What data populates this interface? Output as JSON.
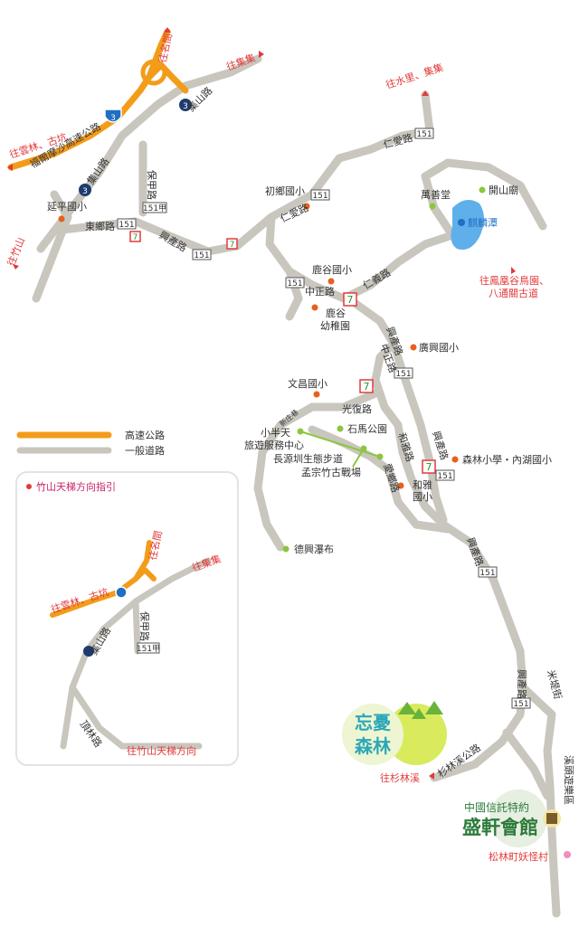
{
  "colors": {
    "highway": "#f39c1a",
    "road": "#c9c6be",
    "arrow": "#e23a3a",
    "poi": "#e8601c",
    "green": "#8cc63f",
    "lake": "#1f6fc2",
    "seven": "#e23a3a"
  },
  "labels": {
    "to_mingjian_top": "往名間",
    "to_jiji_top": "往集集",
    "to_yunlin": "往雲林、古坑",
    "freeway": "福爾摩沙高速公路",
    "jishan_rd": "集山路",
    "hwy3": "3",
    "baojia_rd": "保甲路",
    "r151jia": "151甲",
    "yanping_school": "延平國小",
    "dongxiang_rd": "東鄉路",
    "r151": "151",
    "xingxian_rd": "興產路",
    "to_zhushan": "往竹山",
    "to_shuili": "往水里、集集",
    "renai_rd": "仁愛路",
    "chuxiang_school": "初鄉國小",
    "renai_rd2": "仁愛路",
    "wanshan_tang": "萬善堂",
    "kaishan_temple": "開山廟",
    "qilin_lake": "麒麟潭",
    "to_fenghuang": "往鳳凰谷鳥園、",
    "to_batong": "八通關古道",
    "lugu_school": "鹿谷國小",
    "zhongzheng_rd": "中正路",
    "renyi_rd": "仁義路",
    "lugu_kinder": "鹿谷",
    "lugu_kinder2": "幼稚園",
    "xingchan_rd": "興產路",
    "guangxing_school": "廣興國小",
    "zhongzheng_rd2": "中正路",
    "wenchang_school": "文昌國小",
    "guangfu_rd": "光復路",
    "xinzhuang": "新庄巷",
    "xiaobantian": "小半天",
    "visitor_center": "旅遊服務中心",
    "shima_park": "石馬公園",
    "changyuan": "長源圳生態步道",
    "mengzong": "孟宗竹古戰場",
    "heya_rd": "和雅路",
    "xingchan_rd2": "興產路",
    "forest_school": "森林小學・內湖國小",
    "heya_school": "和雅",
    "heya_school2": "國小",
    "aiguo_rd": "愛鄉路",
    "dexing_falls": "德興瀑布",
    "xingchan_rd3": "興產路",
    "mitijie": "米堤街",
    "wangyou": "忘憂",
    "senlin": "森林",
    "shanlin_rd": "杉林溪公路",
    "to_shanlinxi": "往杉林溪",
    "xitou": "溪頭遊樂區",
    "ctbc": "中國信託特約",
    "shengxuan": "盛軒會館",
    "monster_village": "松林町妖怪村"
  },
  "legend": {
    "highway": "高速公路",
    "road": "一般道路"
  },
  "inset": {
    "title": "竹山天梯方向指引",
    "to_mingjian": "往名間",
    "to_jiji": "往集集",
    "to_yunlin": "往雲林、古坑",
    "jishan_rd": "集山路",
    "baojia_rd": "保甲路",
    "r151jia": "151甲",
    "dinglin_rd": "頂林路",
    "to_zhushan_ladder": "往竹山天梯方向"
  }
}
